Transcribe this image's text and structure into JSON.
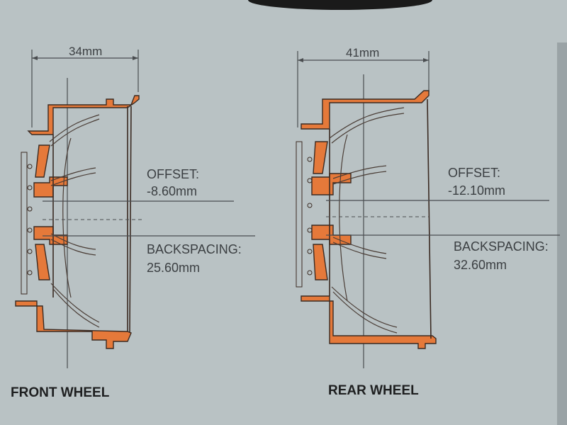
{
  "front": {
    "width_label": "34mm",
    "offset_label": "OFFSET:",
    "offset_value": "-8.60mm",
    "backspacing_label": "BACKSPACING:",
    "backspacing_value": "25.60mm",
    "caption": "FRONT WHEEL"
  },
  "rear": {
    "width_label": "41mm",
    "offset_label": "OFFSET:",
    "offset_value": "-12.10mm",
    "backspacing_label": "BACKSPACING:",
    "backspacing_value": "32.60mm",
    "caption": "REAR WHEEL"
  },
  "colors": {
    "background": "#b9c2c4",
    "wheel_section": "#e5793a",
    "text": "#3b3f42"
  }
}
